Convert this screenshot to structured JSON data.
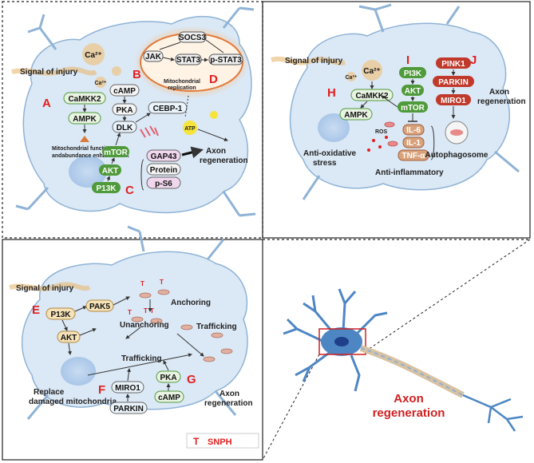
{
  "colors": {
    "cell": "#dbe8f5",
    "cell_edge": "#8fb3d6",
    "green": "#4f9a3a",
    "light": "#e9f3e2",
    "red": "#c0392b",
    "tan": "#e8cfa7",
    "letter": "#e02020"
  },
  "panel_a": {
    "ca": "Ca²⁺",
    "ca_small": "Ca²⁺",
    "signal": "Signal of injury",
    "camkk2": "CaMKK2",
    "ampk": "AMPK",
    "camp": "cAMP",
    "pka": "PKA",
    "dlk": "DLK",
    "cebp": "CEBP-1",
    "mtor": "mTOR",
    "akt": "AKT",
    "pi3k": "P13K",
    "gap43": "GAP43",
    "protein": "Protein",
    "ps6": "p-S6",
    "socs3": "SOCS3",
    "jak": "JAK",
    "stat3": "STAT3",
    "pstat3": "p-STAT3",
    "mito_rep": "Mitochondrial replication",
    "mito_fn": "Mitochondrial function andabundance enhancement",
    "atp": "ATP",
    "axon": "Axon regeneration",
    "letter_a": "A",
    "letter_b": "B",
    "letter_c": "C",
    "letter_d": "D"
  },
  "panel_b": {
    "signal": "Signal of injury",
    "ca": "Ca²⁺",
    "ca_small": "Ca²⁺",
    "camkk2": "CaMKK2",
    "ampk": "AMPK",
    "pi3k": "PI3K",
    "akt": "AKT",
    "mtor": "mTOR",
    "il6": "IL-6",
    "il1": "IL-1",
    "tnf": "TNF-α",
    "pink1": "PINK1",
    "parkin": "PARKIN",
    "miro1": "MIRO1",
    "ros": "ROS",
    "antiox": "Anti-oxidative stress",
    "antiinf": "Anti-inflammatory",
    "autophago": "Autophagosome",
    "axon": "Axon regeneration",
    "letter_h": "H",
    "letter_i": "I",
    "letter_j": "J"
  },
  "panel_c": {
    "signal": "Signal of injury",
    "pi3k": "P13K",
    "pak5": "PAK5",
    "akt": "AKT",
    "anchoring": "Anchoring",
    "unanchoring": "Unanchoring",
    "trafficking1": "Trafficking",
    "trafficking2": "Trafficking",
    "miro1": "MIRO1",
    "parkin": "PARKIN",
    "pka": "PKA",
    "camp": "cAMP",
    "replace": "Replace damaged mitochondria",
    "axon": "Axon regeneration",
    "legend_t": "T",
    "legend_snph": "SNPH",
    "letter_e": "E",
    "letter_f": "F",
    "letter_g": "G"
  },
  "panel_d": {
    "axon": "Axon regeneration"
  }
}
